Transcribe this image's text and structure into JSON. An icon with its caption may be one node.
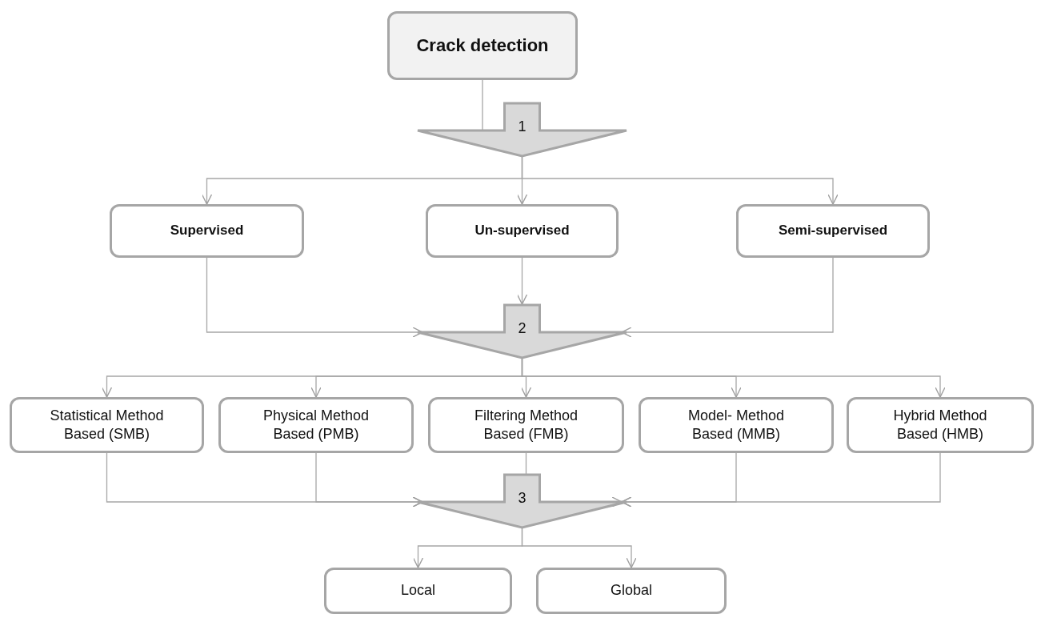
{
  "diagram": {
    "nodes": [
      {
        "text": [
          "Crack detection"
        ]
      },
      {
        "text": [
          "1"
        ]
      },
      {
        "text": [
          "Supervised"
        ]
      },
      {
        "text": [
          "Un-supervised"
        ]
      },
      {
        "text": [
          "Semi-supervised"
        ]
      },
      {
        "text": [
          "2"
        ]
      },
      {
        "text": [
          "Statistical Method Based (SMB)"
        ]
      },
      {
        "text": [
          "Physical Method Based (PMB)"
        ]
      },
      {
        "text": [
          "Filtering Method Based (FMB)"
        ]
      },
      {
        "text": [
          "Model- Method Based (MMB)"
        ]
      },
      {
        "text": [
          "Hybrid Method Based (HMB)"
        ]
      },
      {
        "text": [
          "3"
        ]
      },
      {
        "text": [
          "Local"
        ]
      },
      {
        "text": [
          "Global"
        ]
      }
    ],
    "edges": [
      {
        "from": 0,
        "to": 1,
        "arrow": "none"
      },
      {
        "from": 1,
        "to": 2,
        "arrow": "to"
      },
      {
        "from": 1,
        "to": 3,
        "arrow": "to"
      },
      {
        "from": 1,
        "to": 4,
        "arrow": "to"
      },
      {
        "from": 2,
        "to": 5,
        "arrow": "to"
      },
      {
        "from": 3,
        "to": 5,
        "arrow": "to"
      },
      {
        "from": 4,
        "to": 5,
        "arrow": "to"
      },
      {
        "from": 5,
        "to": 6,
        "arrow": "to"
      },
      {
        "from": 5,
        "to": 7,
        "arrow": "to"
      },
      {
        "from": 5,
        "to": 8,
        "arrow": "to"
      },
      {
        "from": 5,
        "to": 9,
        "arrow": "to"
      },
      {
        "from": 5,
        "to": 10,
        "arrow": "to"
      },
      {
        "from": 6,
        "to": 11,
        "arrow": "to"
      },
      {
        "from": 7,
        "to": 11,
        "arrow": "to"
      },
      {
        "from": 8,
        "to": 11,
        "arrow": "to"
      },
      {
        "from": 9,
        "to": 11,
        "arrow": "to"
      },
      {
        "from": 10,
        "to": 11,
        "arrow": "to"
      },
      {
        "from": 11,
        "to": 12,
        "arrow": "to"
      },
      {
        "from": 11,
        "to": 13,
        "arrow": "to"
      }
    ]
  }
}
